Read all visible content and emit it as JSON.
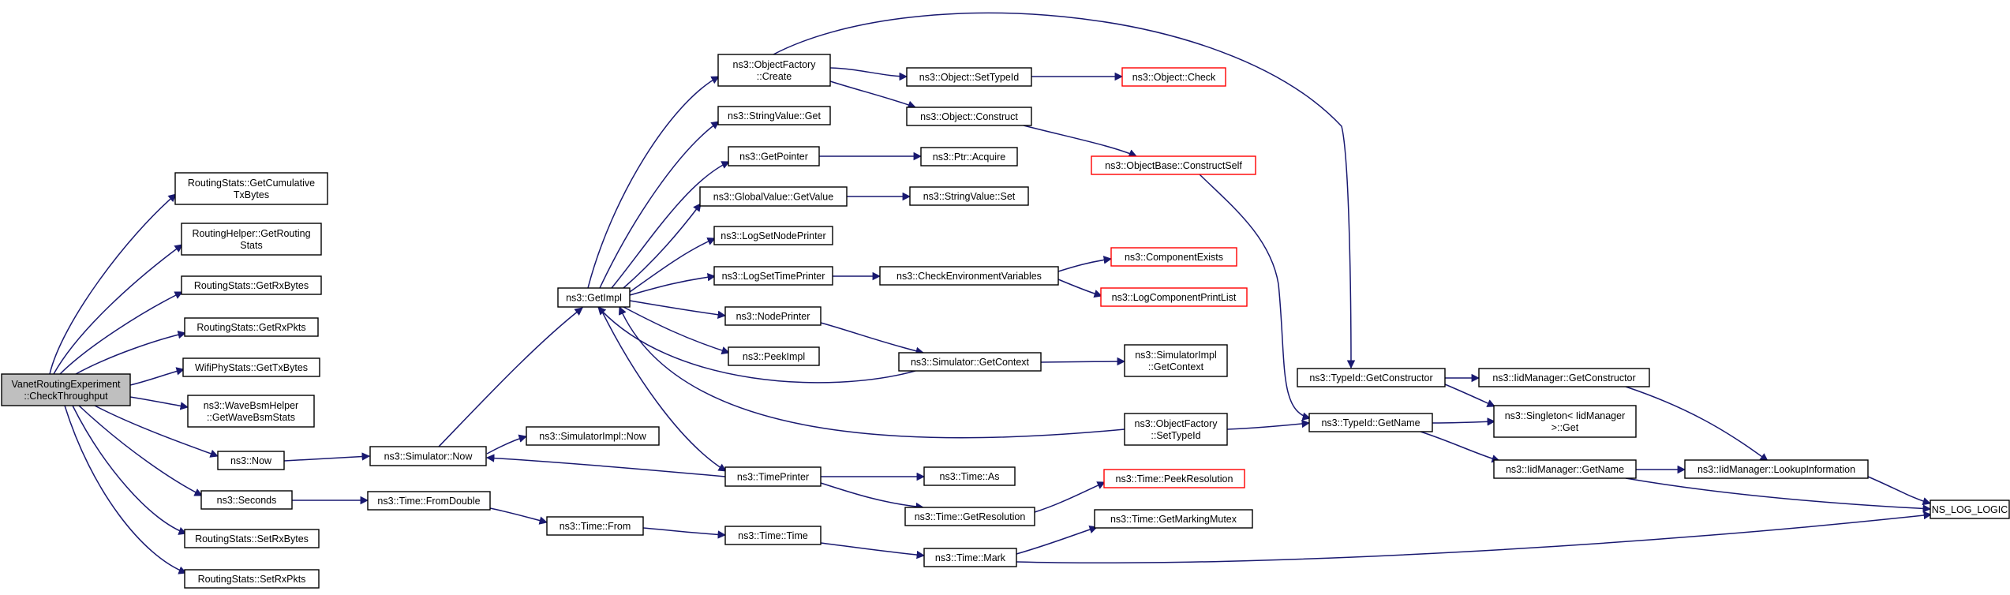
{
  "colors": {
    "edge": "#191970",
    "node_border": "#000000",
    "truncated_border": "#ff0000",
    "root_fill": "#bfbfbf",
    "node_fill": "#ffffff"
  },
  "nodes": [
    {
      "id": "root",
      "label": [
        "VanetRoutingExperiment",
        "::CheckThroughput"
      ],
      "style": "root"
    },
    {
      "id": "getCumTx",
      "label": [
        "RoutingStats::GetCumulative",
        "TxBytes"
      ]
    },
    {
      "id": "getRoutingStats",
      "label": [
        "RoutingHelper::GetRouting",
        "Stats"
      ]
    },
    {
      "id": "getRxBytes",
      "label": [
        "RoutingStats::GetRxBytes"
      ]
    },
    {
      "id": "getRxPkts",
      "label": [
        "RoutingStats::GetRxPkts"
      ]
    },
    {
      "id": "wifiTx",
      "label": [
        "WifiPhyStats::GetTxBytes"
      ]
    },
    {
      "id": "waveBsm",
      "label": [
        "ns3::WaveBsmHelper",
        "::GetWaveBsmStats"
      ]
    },
    {
      "id": "now",
      "label": [
        "ns3::Now"
      ]
    },
    {
      "id": "seconds",
      "label": [
        "ns3::Seconds"
      ]
    },
    {
      "id": "setRxBytes",
      "label": [
        "RoutingStats::SetRxBytes"
      ]
    },
    {
      "id": "setRxPkts",
      "label": [
        "RoutingStats::SetRxPkts"
      ]
    },
    {
      "id": "simNow",
      "label": [
        "ns3::Simulator::Now"
      ]
    },
    {
      "id": "fromDouble",
      "label": [
        "ns3::Time::FromDouble"
      ]
    },
    {
      "id": "getImpl",
      "label": [
        "ns3::GetImpl"
      ]
    },
    {
      "id": "implNow",
      "label": [
        "ns3::SimulatorImpl::Now"
      ]
    },
    {
      "id": "timeFrom",
      "label": [
        "ns3::Time::From"
      ]
    },
    {
      "id": "ofCreate",
      "label": [
        "ns3::ObjectFactory",
        "::Create"
      ]
    },
    {
      "id": "strGet",
      "label": [
        "ns3::StringValue::Get"
      ]
    },
    {
      "id": "getPointer",
      "label": [
        "ns3::GetPointer"
      ]
    },
    {
      "id": "gvGetValue",
      "label": [
        "ns3::GlobalValue::GetValue"
      ]
    },
    {
      "id": "logNode",
      "label": [
        "ns3::LogSetNodePrinter"
      ]
    },
    {
      "id": "logTime",
      "label": [
        "ns3::LogSetTimePrinter"
      ]
    },
    {
      "id": "nodePrinter",
      "label": [
        "ns3::NodePrinter"
      ]
    },
    {
      "id": "peekImpl",
      "label": [
        "ns3::PeekImpl"
      ]
    },
    {
      "id": "timePrinter",
      "label": [
        "ns3::TimePrinter"
      ]
    },
    {
      "id": "timeTime",
      "label": [
        "ns3::Time::Time"
      ]
    },
    {
      "id": "setTypeId",
      "label": [
        "ns3::Object::SetTypeId"
      ]
    },
    {
      "id": "objConstruct",
      "label": [
        "ns3::Object::Construct"
      ]
    },
    {
      "id": "ptrAcquire",
      "label": [
        "ns3::Ptr::Acquire"
      ]
    },
    {
      "id": "strSet",
      "label": [
        "ns3::StringValue::Set"
      ]
    },
    {
      "id": "checkEnv",
      "label": [
        "ns3::CheckEnvironmentVariables"
      ]
    },
    {
      "id": "simGetContext",
      "label": [
        "ns3::Simulator::GetContext"
      ]
    },
    {
      "id": "timeAs",
      "label": [
        "ns3::Time::As"
      ]
    },
    {
      "id": "getRes",
      "label": [
        "ns3::Time::GetResolution"
      ]
    },
    {
      "id": "timeMark",
      "label": [
        "ns3::Time::Mark"
      ]
    },
    {
      "id": "objCheck",
      "label": [
        "ns3::Object::Check"
      ],
      "style": "truncated"
    },
    {
      "id": "constructSelf",
      "label": [
        "ns3::ObjectBase::ConstructSelf"
      ],
      "style": "truncated"
    },
    {
      "id": "compExists",
      "label": [
        "ns3::ComponentExists"
      ],
      "style": "truncated"
    },
    {
      "id": "logCompList",
      "label": [
        "ns3::LogComponentPrintList"
      ],
      "style": "truncated"
    },
    {
      "id": "implGetContext",
      "label": [
        "ns3::SimulatorImpl",
        "::GetContext"
      ]
    },
    {
      "id": "ofSetTypeId",
      "label": [
        "ns3::ObjectFactory",
        "::SetTypeId"
      ]
    },
    {
      "id": "peekRes",
      "label": [
        "ns3::Time::PeekResolution"
      ],
      "style": "truncated"
    },
    {
      "id": "markMutex",
      "label": [
        "ns3::Time::GetMarkingMutex"
      ]
    },
    {
      "id": "tidGetCons",
      "label": [
        "ns3::TypeId::GetConstructor"
      ]
    },
    {
      "id": "tidGetName",
      "label": [
        "ns3::TypeId::GetName"
      ]
    },
    {
      "id": "iidGetCons",
      "label": [
        "ns3::IidManager::GetConstructor"
      ]
    },
    {
      "id": "singletonGet",
      "label": [
        "ns3::Singleton< IidManager",
        ">::Get"
      ]
    },
    {
      "id": "iidGetName",
      "label": [
        "ns3::IidManager::GetName"
      ]
    },
    {
      "id": "iidLookup",
      "label": [
        "ns3::IidManager::LookupInformation"
      ]
    },
    {
      "id": "nsLog",
      "label": [
        "NS_LOG_LOGIC"
      ]
    }
  ]
}
